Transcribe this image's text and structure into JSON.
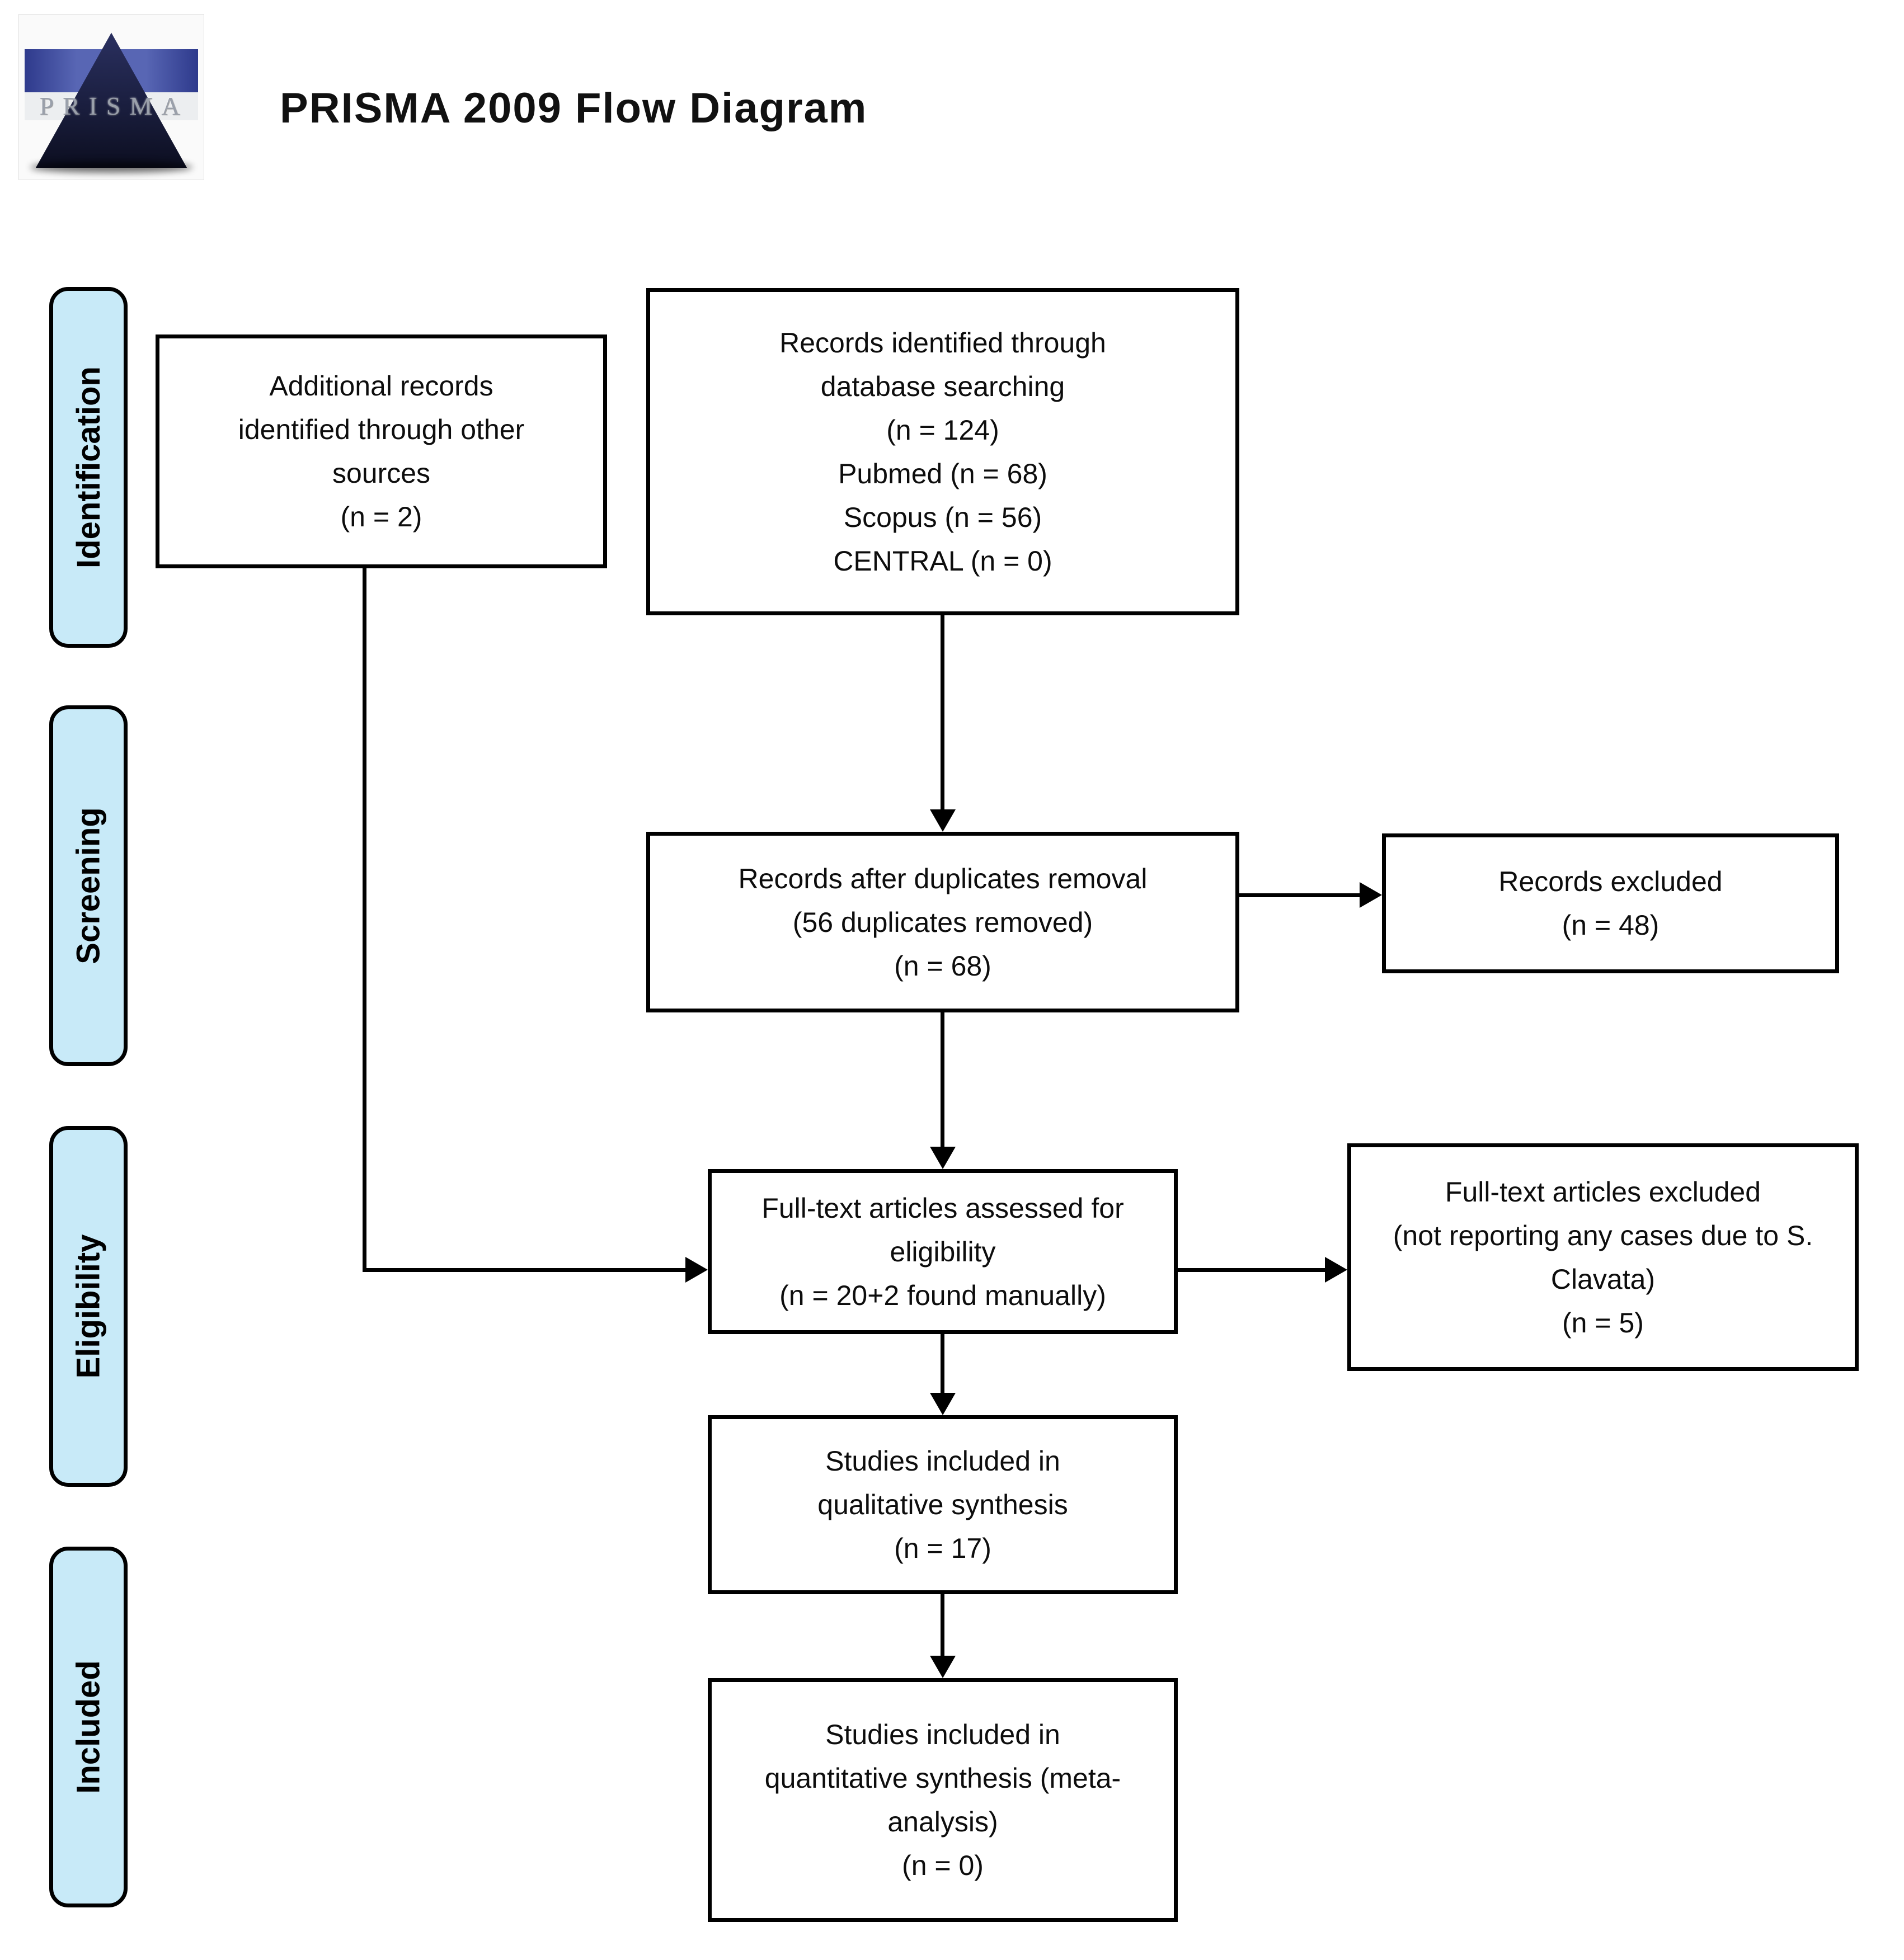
{
  "header": {
    "title": "PRISMA 2009 Flow Diagram",
    "logo_word": "PRISMA"
  },
  "colors": {
    "stage_label_fill": "#c8eaf8",
    "box_border": "#000000",
    "logo_band_blue": "#4a57a8",
    "logo_triangle_navy": "#1a1e3e"
  },
  "sidebar": {
    "labels": [
      {
        "id": "identification",
        "text": "Identification"
      },
      {
        "id": "screening",
        "text": "Screening"
      },
      {
        "id": "eligibility",
        "text": "Eligibility"
      },
      {
        "id": "included",
        "text": "Included"
      }
    ]
  },
  "boxes": {
    "database": {
      "text": "Records identified through\ndatabase searching\n(n = 124)\nPubmed (n = 68)\nScopus (n = 56)\nCENTRAL (n = 0)"
    },
    "additional": {
      "text": "Additional records\nidentified through other\nsources\n(n = 2)"
    },
    "duplicates": {
      "text": "Records after duplicates removal\n(56 duplicates removed)\n(n = 68)"
    },
    "records_excluded": {
      "text": "Records excluded\n(n = 48)"
    },
    "fulltext": {
      "text": "Full-text articles assessed for\neligibility\n(n = 20+2 found manually)"
    },
    "fulltext_excluded": {
      "text": "Full-text articles excluded\n(not reporting any cases due to S.\nClavata)\n(n = 5)"
    },
    "qualitative": {
      "text": "Studies included in\nqualitative synthesis\n(n = 17)"
    },
    "quantitative": {
      "text": "Studies included in\nquantitative synthesis (meta-\nanalysis)\n(n = 0)"
    }
  }
}
